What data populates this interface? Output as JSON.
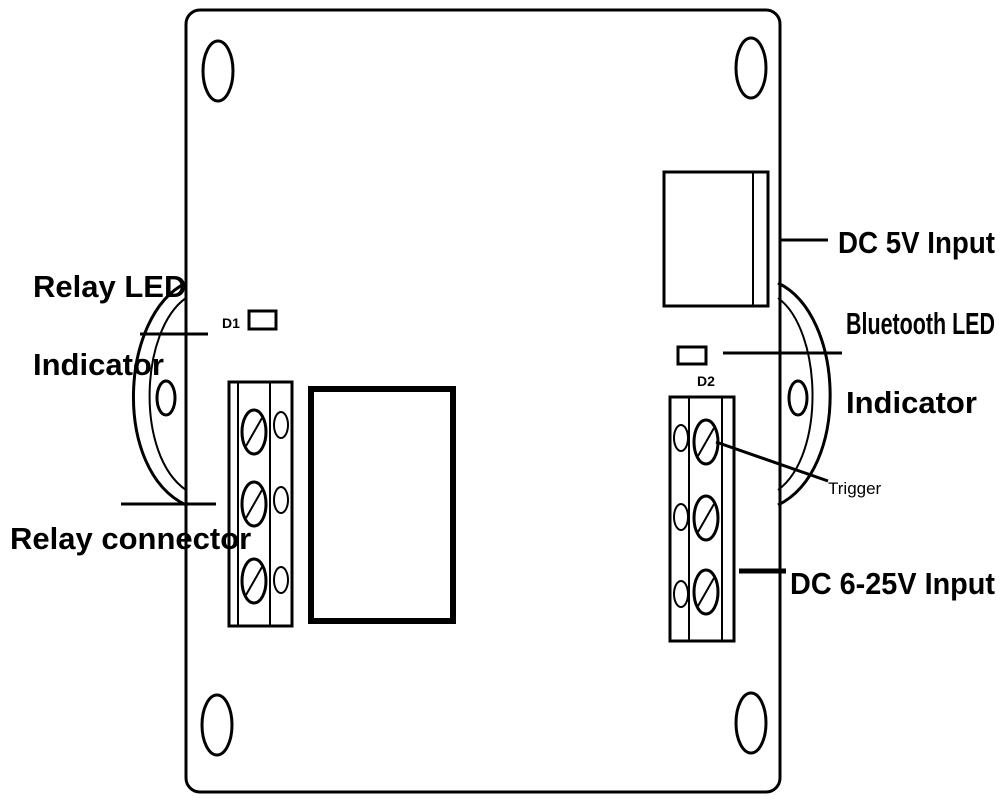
{
  "labels": {
    "relay_led_line1": "Relay LED",
    "relay_led_line2": "Indicator",
    "relay_connector": "Relay connector",
    "dc5v_input": "DC 5V Input",
    "bluetooth_led_line1": "Bluetooth LED",
    "bluetooth_led_line2": "Indicator",
    "trigger": "Trigger",
    "dc_6_25v_input": "DC 6-25V Input"
  },
  "components": {
    "d1": "D1",
    "d2": "D2"
  },
  "colors": {
    "stroke": "#000000",
    "background": "#ffffff"
  }
}
